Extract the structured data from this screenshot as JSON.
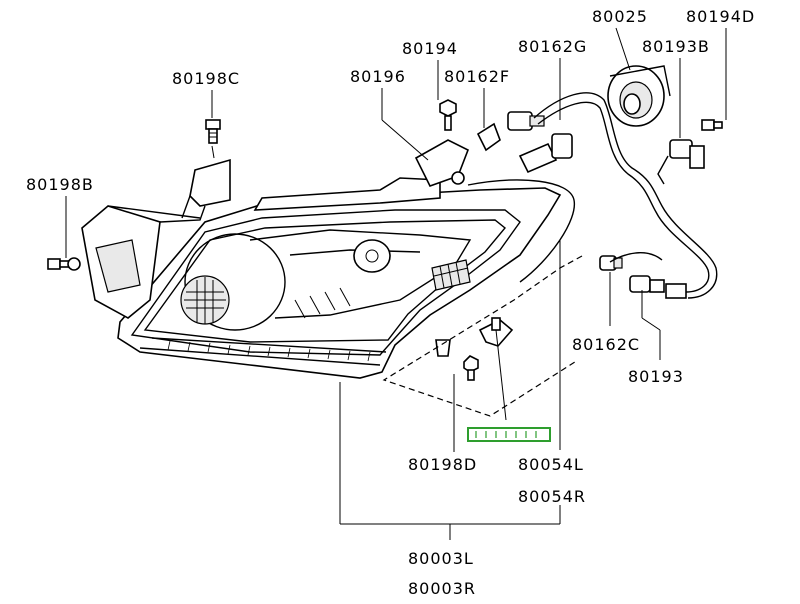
{
  "labels": {
    "p80025": "80025",
    "p80194D": "80194D",
    "p80194": "80194",
    "p80162G": "80162G",
    "p80193B": "80193B",
    "p80198C": "80198C",
    "p80196": "80196",
    "p80162F": "80162F",
    "p80198B": "80198B",
    "p80162C": "80162C",
    "p80193": "80193",
    "p80198D": "80198D",
    "p80054L": "80054L",
    "p80054R": "80054R",
    "p80003L": "80003L",
    "p80003R": "80003R"
  },
  "colors": {
    "highlight": "#2e9e2e",
    "ink": "#000000",
    "background": "#ffffff"
  }
}
